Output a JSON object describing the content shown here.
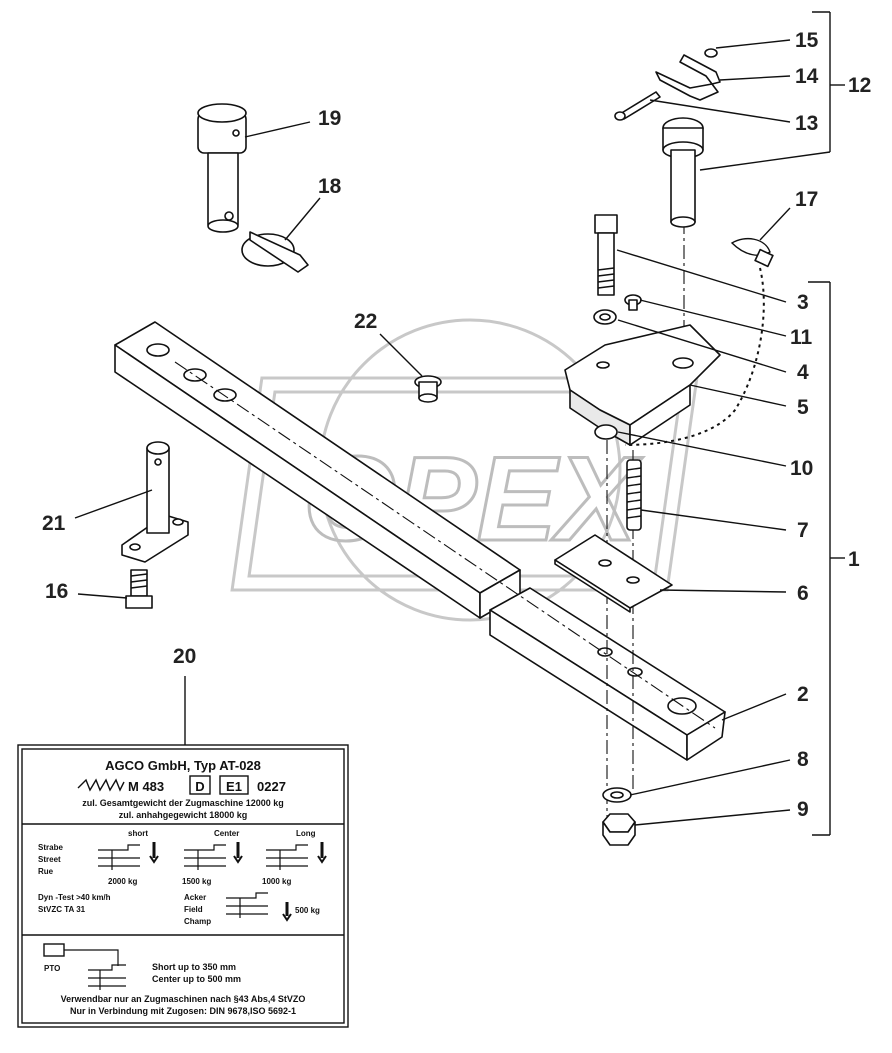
{
  "watermark": "OPEX",
  "callouts": [
    "1",
    "2",
    "3",
    "4",
    "5",
    "6",
    "7",
    "8",
    "9",
    "10",
    "11",
    "12",
    "13",
    "14",
    "15",
    "16",
    "17",
    "18",
    "19",
    "20",
    "21",
    "22"
  ],
  "plate": {
    "title": "AGCO GmbH, Typ AT-028",
    "mark": "M 483",
    "d_box": "D",
    "e_box": "E1",
    "approval": "0227",
    "line1": "zul. Gesamtgewicht der Zugmaschine 12000 kg",
    "line2": "zul. anhahgegewicht 18000 kg",
    "road_labels": [
      "Strabe",
      "Street",
      "Rue"
    ],
    "pos_short": "short",
    "pos_center": "Center",
    "pos_long": "Long",
    "load_short": "2000 kg",
    "load_center": "1500 kg",
    "load_long": "1000 kg",
    "dyn1": "Dyn -Test >40 km/h",
    "dyn2": "StVZC TA 31",
    "field_labels": [
      "Acker",
      "Field",
      "Champ"
    ],
    "load_field": "500 kg",
    "pto": "PTO",
    "short_up": "Short up to 350 mm",
    "center_up": "Center up to 500 mm",
    "footer1": "Verwendbar nur an Zugmaschinen nach §43 Abs,4 StVZO",
    "footer2": "Nur in Verbindung mit Zugosen: DIN 9678,ISO 5692-1"
  }
}
